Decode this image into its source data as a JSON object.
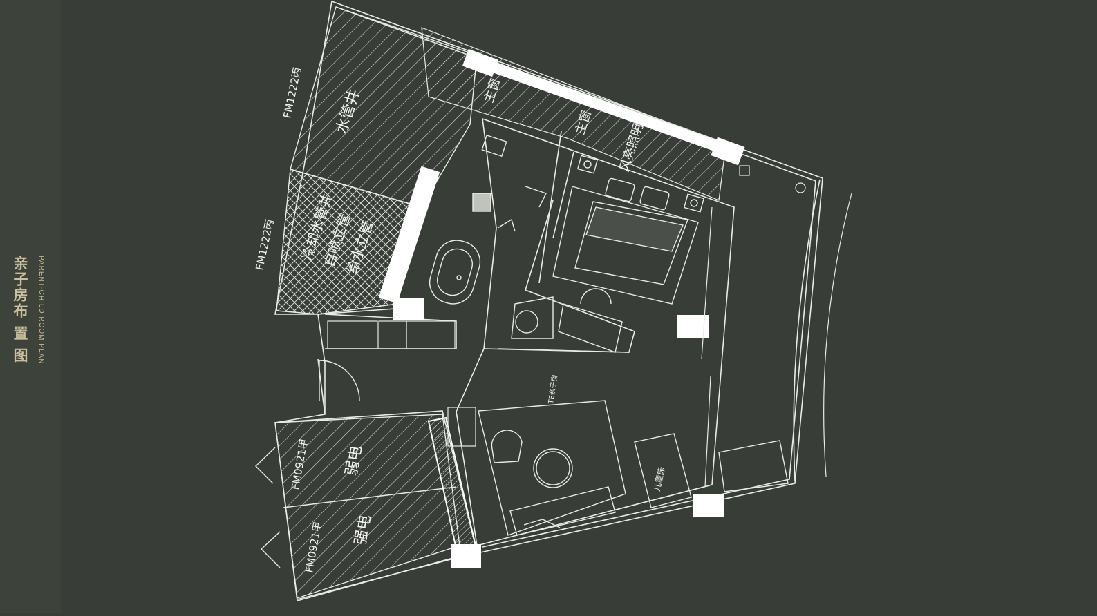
{
  "title": {
    "cn": "亲子房布 置 图",
    "en": "PARENT-CHILD ROOM  PLAN"
  },
  "labels": {
    "water_shaft": "水管井",
    "cooling_shaft": "冷却水管井",
    "sprinkler_pipe": "自喷立管",
    "supply_pipe": "给水立管",
    "fm1222_top": "FM1222丙",
    "fm1222_mid": "FM1222丙",
    "fm0921_top": "FM0921甲",
    "fm0921_bottom": "FM0921甲",
    "weak_elec": "弱电",
    "strong_elec": "强电",
    "window_pos_1": "主窗",
    "window_pos_2": "主窗",
    "light_strip": "风亮照明",
    "kids_bed": "儿童床",
    "entry_label": "TE亲子房"
  },
  "colors": {
    "background": "#383d37",
    "sidebar": "#3d423b",
    "line": "#e8ebe6",
    "title": "#c9bf9c"
  }
}
